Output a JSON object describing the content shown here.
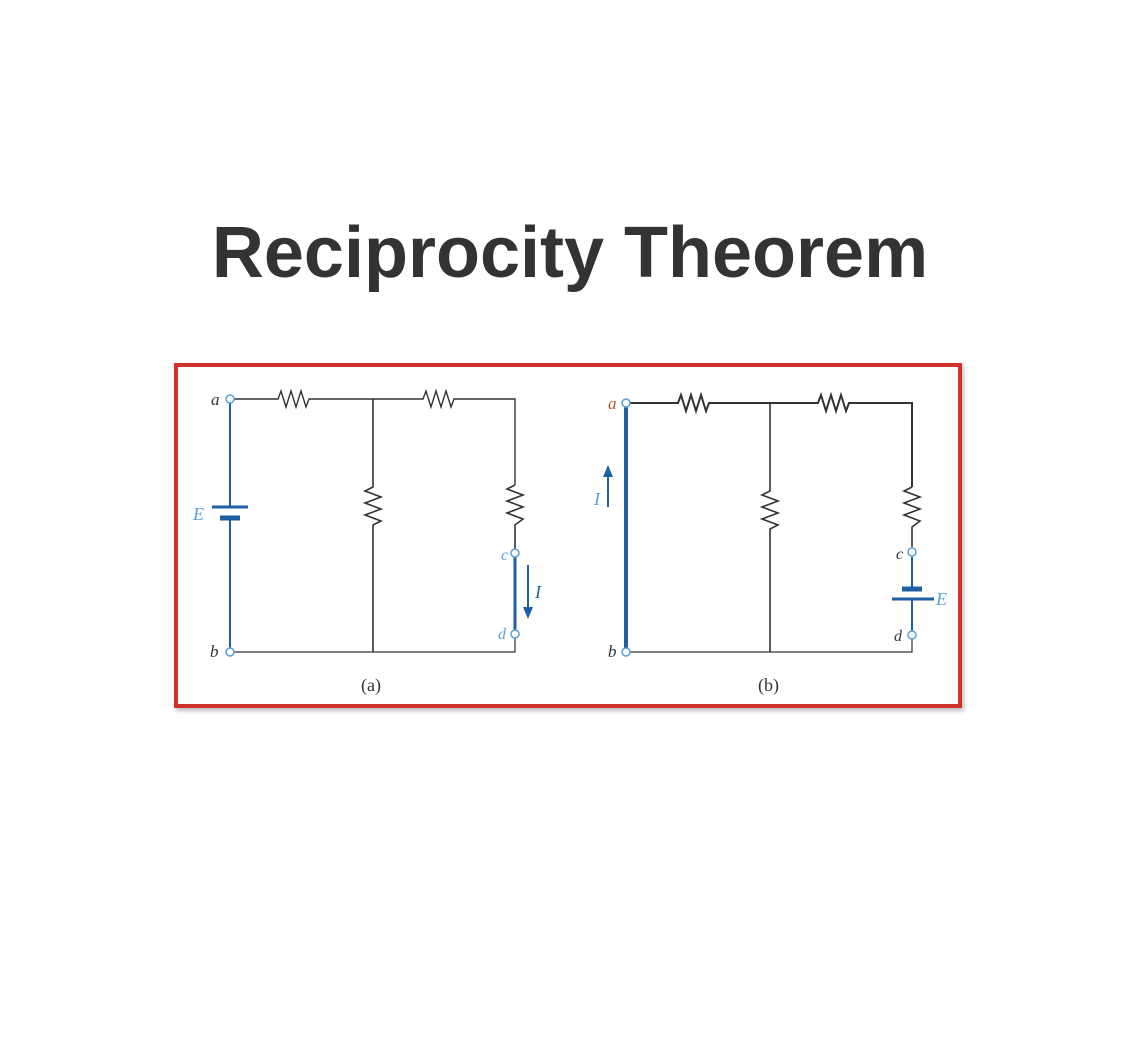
{
  "slide": {
    "title": "Reciprocity Theorem"
  },
  "colors": {
    "title": "#333333",
    "frame_border": "#d0312d",
    "wire": "#333333",
    "highlight": "#1f5fa6"
  },
  "circuit_a": {
    "caption": "(a)",
    "node_a": "a",
    "node_b": "b",
    "node_c": "c",
    "node_d": "d",
    "source_label": "E",
    "current_label": "I"
  },
  "circuit_b": {
    "caption": "(b)",
    "node_a": "a",
    "node_b": "b",
    "node_c": "c",
    "node_d": "d",
    "source_label": "E",
    "current_label": "I"
  }
}
